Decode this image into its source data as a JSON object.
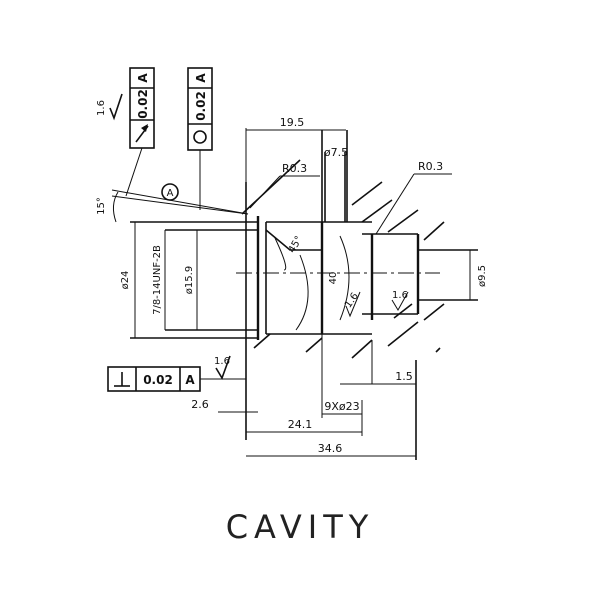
{
  "caption": "CAVITY",
  "datum_letter": "A",
  "tolerance_frames": {
    "runout": {
      "value": "0.02",
      "datum": "A"
    },
    "circularity": {
      "value": "0.02",
      "datum": "A"
    },
    "perpendicularity": {
      "value": "0.02",
      "datum": "A"
    }
  },
  "surface_finish": {
    "top": "1.6",
    "bottom": "1.6",
    "inner": "1.6",
    "right": "1.6"
  },
  "dimensions": {
    "top_width": "19.5",
    "small_bore": "ø7.5",
    "radius_left": "R0.3",
    "radius_right": "R0.3",
    "chamfer_angle": "15°",
    "cone_angle": "45°",
    "outer_dia": "ø24",
    "thread": "7/8-14UNF-2B",
    "pilot_dia": "ø15.9",
    "right_bore": "ø9.5",
    "depth_40": "40",
    "step_2_6": "2.6",
    "right_step": "1.5",
    "holes": "9Xø23",
    "depth_24": "24.1",
    "overall_length": "34.6"
  },
  "icons": [
    "runout-arrow-icon",
    "circularity-circle-icon",
    "perpendicular-icon",
    "surface-finish-icon",
    "datum-circle-icon"
  ]
}
